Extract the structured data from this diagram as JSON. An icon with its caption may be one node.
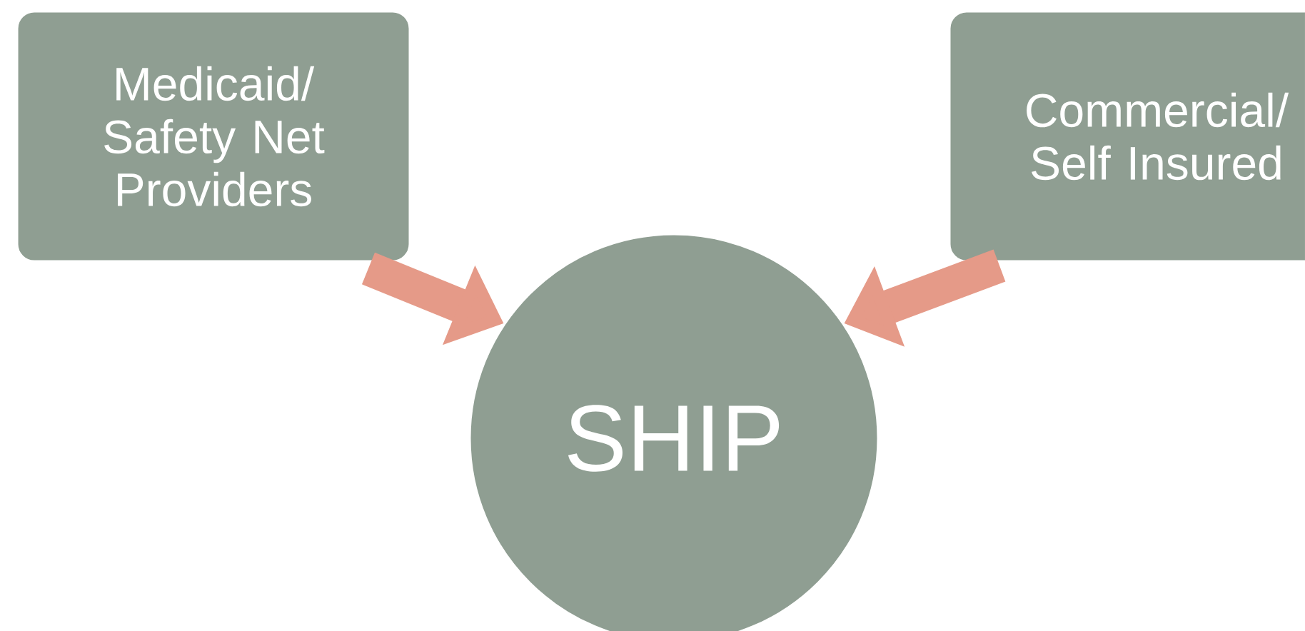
{
  "diagram": {
    "nodes": [
      {
        "text": [
          "Medicaid/ Safety Net Providers"
        ]
      },
      {
        "text": [
          "Commercial/ Self Insured"
        ]
      },
      {
        "text": [
          "SHIP"
        ]
      }
    ],
    "edges": [
      {
        "from": 0,
        "to": 2,
        "arrow": "to"
      },
      {
        "from": 1,
        "to": 2,
        "arrow": "to"
      }
    ]
  }
}
